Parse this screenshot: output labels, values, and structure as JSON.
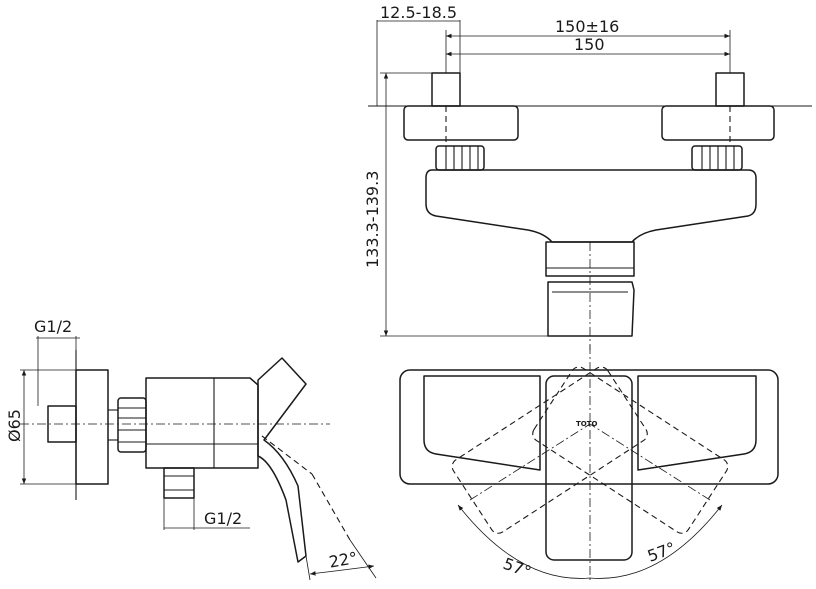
{
  "drawing": {
    "brand_mark": "TOTO",
    "dimensions": {
      "inlet_offset": "12.5-18.5",
      "center_distance_range": "150±16",
      "center_distance": "150",
      "height_range": "133.3-139.3",
      "inlet_thread_left": "G1/2",
      "diameter": "Ø65",
      "outlet_thread": "G1/2",
      "handle_tilt_angle": "22°",
      "rotation_left": "57°",
      "rotation_right": "57°"
    }
  }
}
